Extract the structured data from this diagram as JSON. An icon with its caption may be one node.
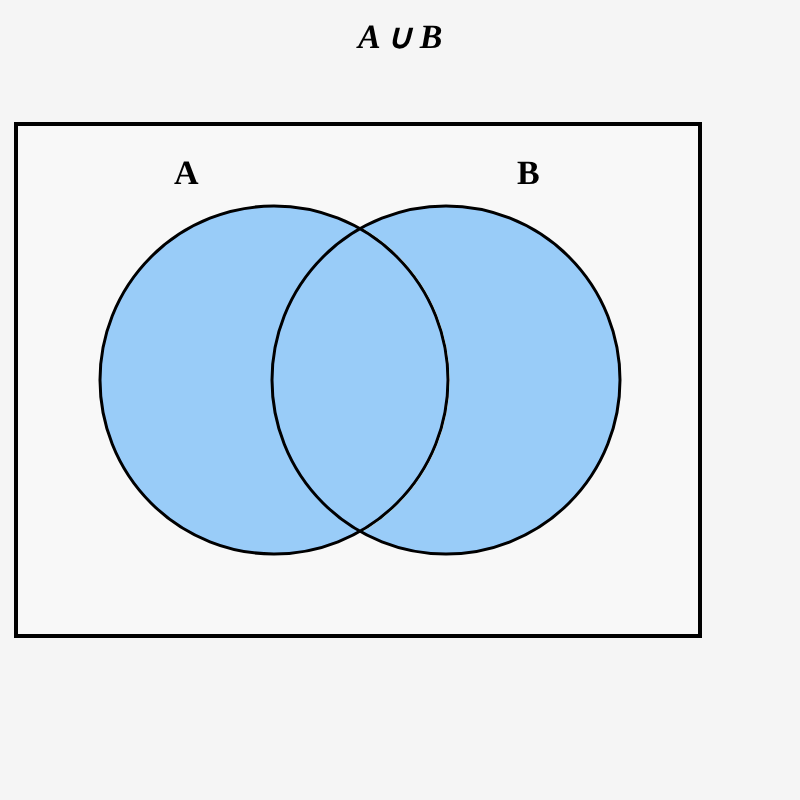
{
  "diagram": {
    "title": "A ∪ B",
    "nodes": [
      {
        "text": [],
        "shape": "box"
      },
      {
        "text": [
          "A"
        ],
        "in": 0
      },
      {
        "text": [
          "B"
        ],
        "in": 0
      }
    ]
  }
}
